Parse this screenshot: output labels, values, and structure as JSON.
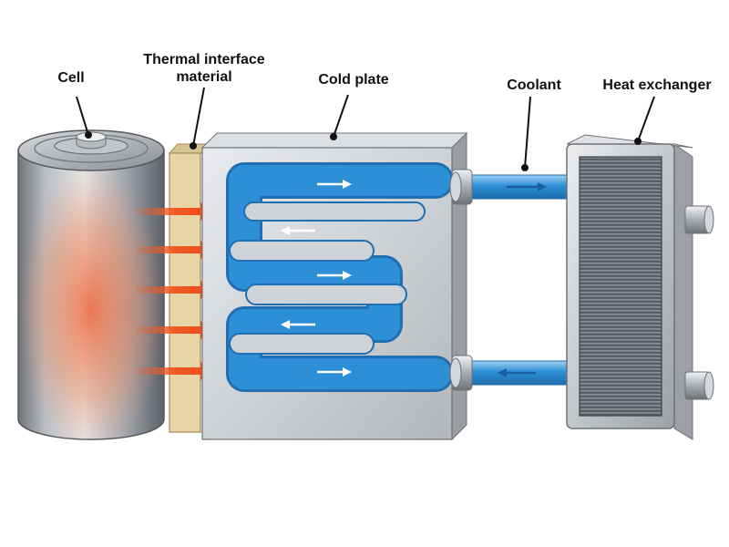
{
  "labels": {
    "cell": "Cell",
    "tim_line1": "Thermal interface",
    "tim_line2": "material",
    "cold_plate": "Cold plate",
    "coolant": "Coolant",
    "heat_exchanger": "Heat exchanger"
  },
  "colors": {
    "heat_arrow": "#f15a24",
    "coolant": "#2d8fd6",
    "channel_wall": "#1f6fb2",
    "metal": "#c7cbd0",
    "tim": "#e7d5a6"
  },
  "icons": {
    "cell": "cylindrical-cell-icon",
    "heat_flow": "heat-arrow-icon",
    "flow_direction": "flow-arrow-icon",
    "exchanger": "radiator-icon"
  }
}
